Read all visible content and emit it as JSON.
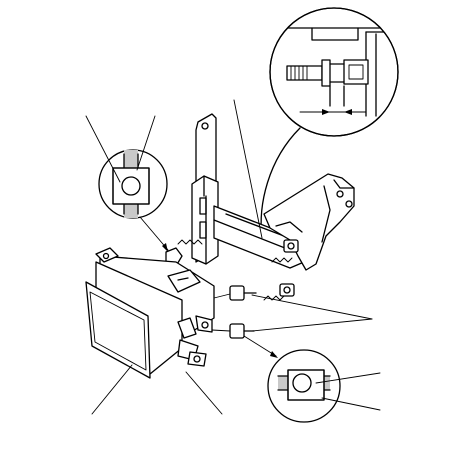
{
  "figure": {
    "kind": "exploded-assembly-illustration",
    "callouts": {
      "left_detail_leader_count": 2,
      "lower_right_detail_leader_count": 2,
      "unit_leader_count": 2,
      "bolt_leader_count": 2,
      "top_detail_dimension_arrows": 1
    }
  }
}
